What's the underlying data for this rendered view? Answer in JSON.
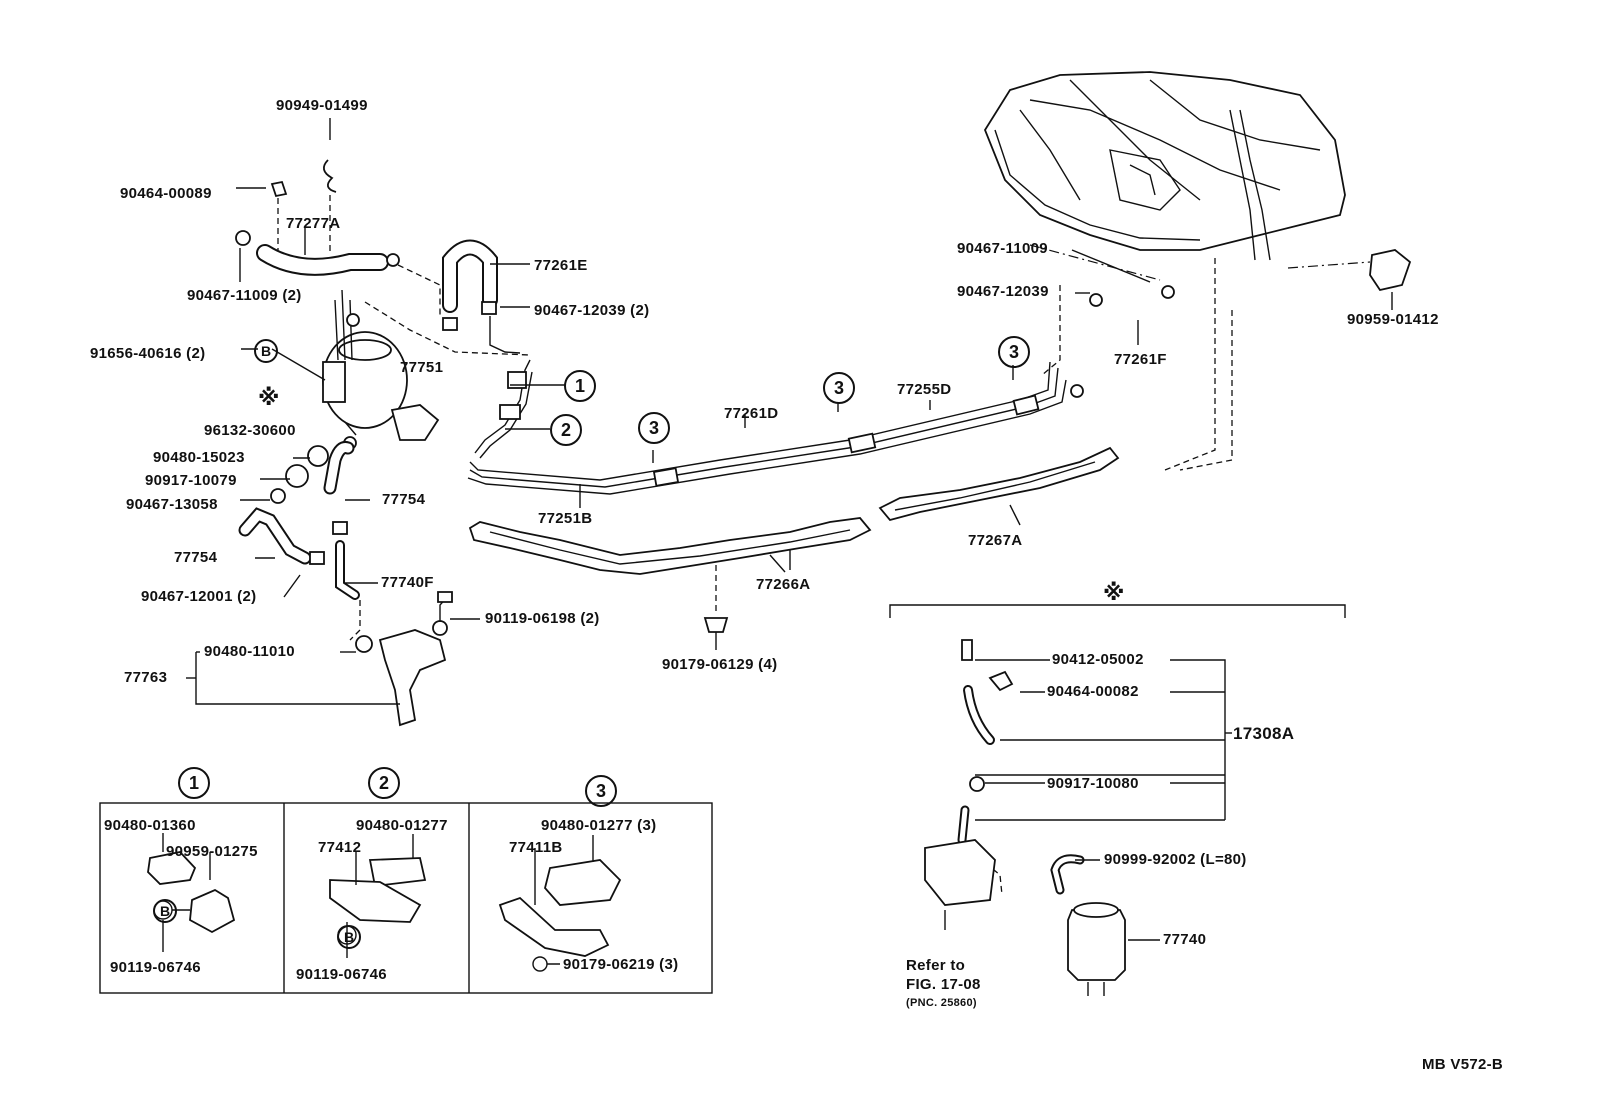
{
  "drawing_code": "MB V572-B",
  "exclusion_mark": "※",
  "top_labels": {
    "p90949_01499": "90949-01499",
    "p90464_00089": "90464-00089",
    "p77277A": "77277A",
    "p90467_11009_2": "90467-11009 (2)",
    "p77261E": "77261E",
    "p90467_12039_2": "90467-12039 (2)",
    "p91656_40616_2": "91656-40616 (2)",
    "p77751": "77751",
    "p96132_30600": "96132-30600",
    "p90480_15023": "90480-15023",
    "p90917_10079": "90917-10079",
    "p90467_13058": "90467-13058",
    "p77754_a": "77754",
    "p77754_b": "77754",
    "p90467_12001_2": "90467-12001 (2)",
    "p77740F": "77740F",
    "p90119_06198_2": "90119-06198 (2)",
    "p90480_11010": "90480-11010",
    "p77763": "77763",
    "p77251B": "77251B",
    "p77261D": "77261D",
    "p77255D": "77255D",
    "p77266A": "77266A",
    "p90179_06129_4": "90179-06129 (4)",
    "p77267A": "77267A",
    "p90467_11009": "90467-11009",
    "p90467_12039": "90467-12039",
    "p77261F": "77261F",
    "p90959_01412": "90959-01412"
  },
  "callouts": {
    "c1": "1",
    "c2": "2",
    "c3": "3",
    "b": "B"
  },
  "detail_boxes": {
    "box1": {
      "number": "1",
      "a": "90480-01360",
      "b": "90959-01275",
      "c": "90119-06746",
      "b_mark": "B"
    },
    "box2": {
      "number": "2",
      "a": "90480-01277",
      "b": "77412",
      "c": "90119-06746",
      "b_mark": "B"
    },
    "box3": {
      "number": "3",
      "a": "90480-01277 (3)",
      "b": "77411B",
      "c": "90179-06219 (3)"
    }
  },
  "kit": {
    "p90412_05002": "90412-05002",
    "p90464_00082": "90464-00082",
    "p17308A": "17308A",
    "p90917_10080": "90917-10080",
    "p90999_92002": "90999-92002 (L=80)",
    "p77740": "77740",
    "refer_line1": "Refer to",
    "refer_line2": "FIG. 17-08",
    "refer_line3": "(PNC. 25860)"
  }
}
